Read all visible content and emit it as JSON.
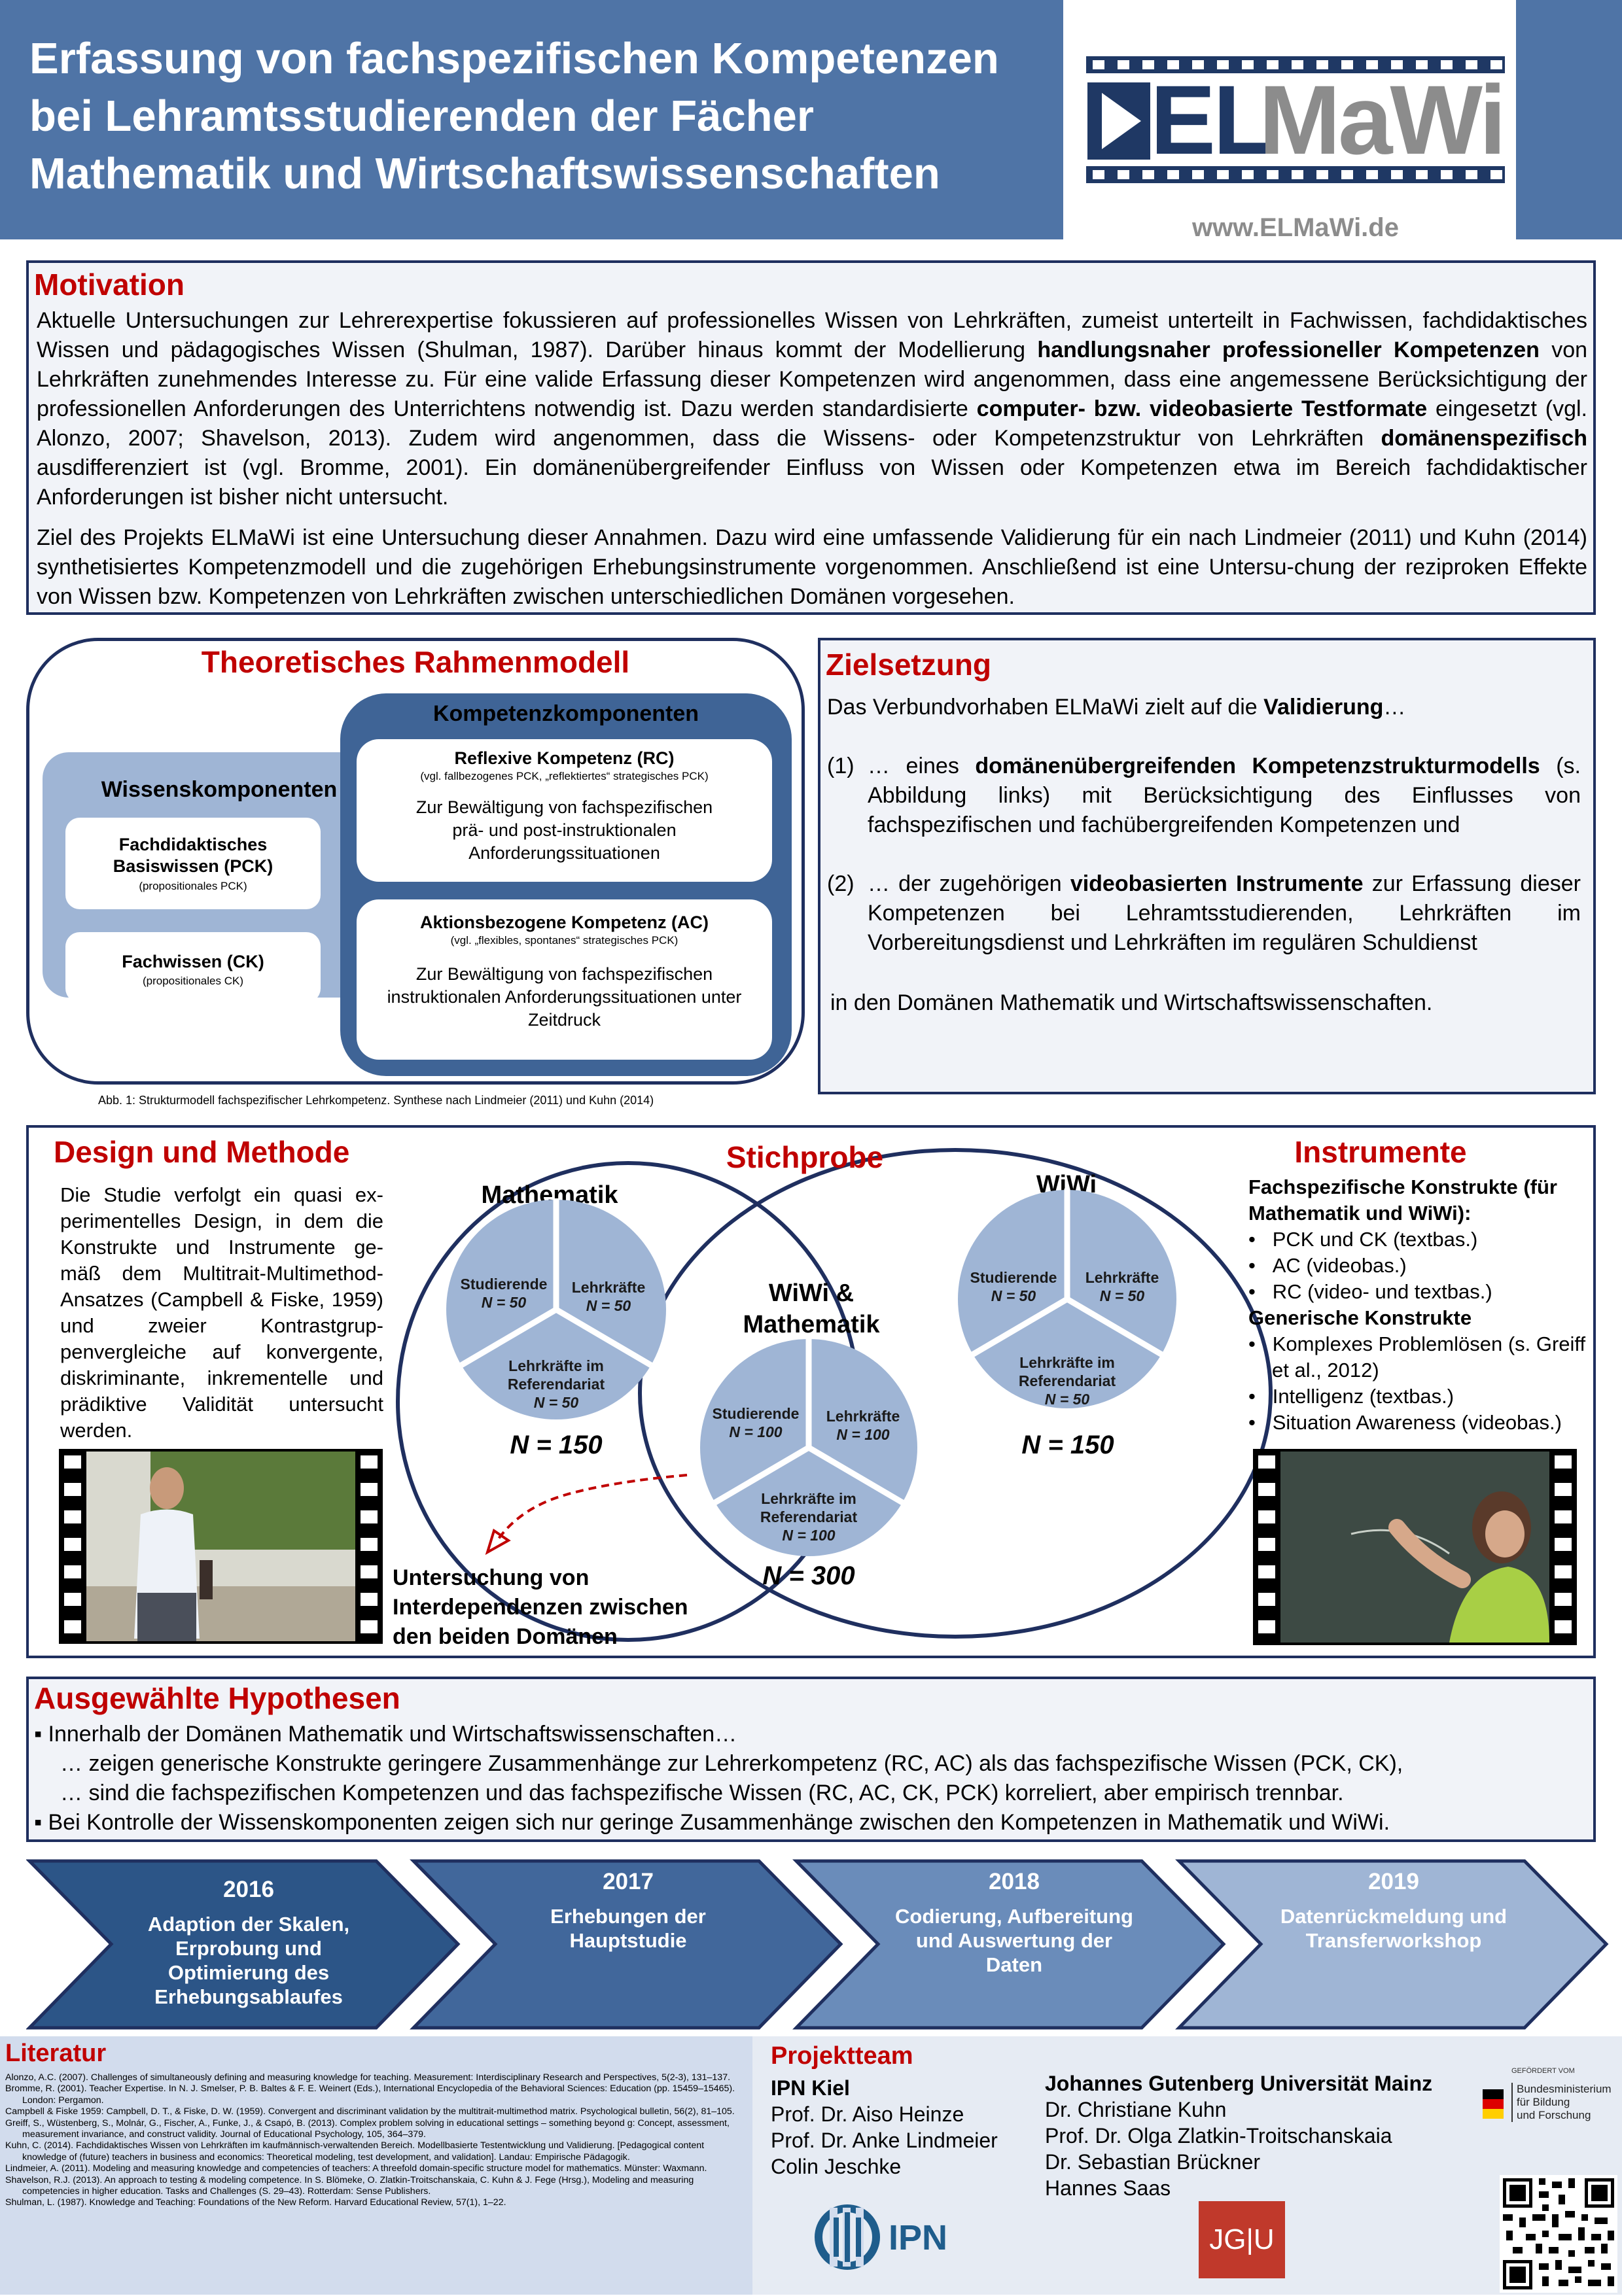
{
  "header": {
    "title_lines": [
      "Erfassung von fachspezifischen Kompetenzen",
      "bei Lehramtsstudierenden der Fächer",
      "Mathematik und Wirtschaftswissenschaften"
    ],
    "logo_text_a": "EL",
    "logo_text_b": "MaWi",
    "url": "www.ELMaWi.de"
  },
  "motivation": {
    "title": "Motivation",
    "p1_parts": [
      "Aktuelle Untersuchungen zur Lehrerexpertise fokussieren auf professionelles Wissen von Lehrkräften, zumeist unterteilt in Fachwissen, fachdidaktisches Wissen und pädagogisches Wissen (Shulman, 1987). Darüber hinaus kommt der Modellierung ",
      "handlungsnaher professioneller Kompetenzen",
      " von Lehrkräften zunehmendes Interesse zu. Für eine valide Erfassung dieser Kompetenzen wird angenommen, dass eine angemessene Berücksichtigung der professionellen Anforderungen des Unterrichtens notwendig ist. Dazu werden standardisierte ",
      "computer- bzw. videobasierte Testformate",
      " eingesetzt (vgl. Alonzo, 2007; Shavelson, 2013). Zudem wird angenommen, dass die Wissens- oder Kompetenzstruktur von Lehrkräften ",
      "domänenspezifisch",
      " ausdifferenziert ist (vgl. Bromme, 2001). Ein domänenübergreifender Einfluss von Wissen oder Kompetenzen etwa im Bereich fachdidaktischer Anforderungen ist bisher nicht untersucht."
    ],
    "p2": "Ziel des Projekts ELMaWi ist eine Untersuchung dieser Annahmen. Dazu wird eine umfassende Validierung für ein nach Lindmeier (2011) und Kuhn (2014) synthetisiertes Kompetenzmodell und die zugehörigen Erhebungsinstrumente vorgenommen. Anschließend ist eine Untersu-chung der reziproken Effekte von Wissen bzw. Kompetenzen von Lehrkräften zwischen unterschiedlichen Domänen vorgesehen."
  },
  "framework": {
    "title": "Theoretisches Rahmenmodell",
    "knowledge_title": "Wissenskomponenten",
    "pck_title": "Fachdidaktisches Basiswissen (PCK)",
    "pck_sub": "(propositionales PCK)",
    "ck_title": "Fachwissen (CK)",
    "ck_sub": "(propositionales CK)",
    "competence_title": "Kompetenzkomponenten",
    "rc_title": "Reflexive Kompetenz (RC)",
    "rc_sub": "(vgl. fallbezogenes PCK, „reflektiertes“ strategisches PCK)",
    "rc_text": "Zur Bewältigung von fachspezifischen prä- und post-instruktionalen Anforderungssituationen",
    "ac_title": "Aktionsbezogene Kompetenz (AC)",
    "ac_sub": "(vgl. „flexibles, spontanes“ strategisches PCK)",
    "ac_text": "Zur Bewältigung von fachspezifischen instruktionalen Anforderungssituationen unter Zeitdruck",
    "caption": "Abb. 1: Strukturmodell fachspezifischer Lehrkompetenz. Synthese nach Lindmeier (2011) und Kuhn (2014)"
  },
  "goal": {
    "title": "Zielsetzung",
    "intro_a": "Das Verbundvorhaben ELMaWi zielt auf die ",
    "intro_b": "Validierung",
    "intro_c": "…",
    "item1_num": "(1)",
    "item1_a": "… eines ",
    "item1_b": "domänenübergreifenden Kompetenzstrukturmodells",
    "item1_c": " (s. Abbildung links) mit Berücksichtigung des Einflusses von fachspezifischen und fachübergreifenden Kompetenzen und",
    "item2_num": "(2)",
    "item2_a": "… der zugehörigen ",
    "item2_b": "videobasierten Instrumente",
    "item2_c": " zur Erfassung dieser Kompetenzen bei Lehramtsstudierenden, Lehrkräften im Vorbereitungsdienst und Lehrkräften im regulären Schuldienst",
    "outro": "in den Domänen Mathematik und Wirtschaftswissenschaften."
  },
  "design": {
    "title": "Design und Methode",
    "text": "Die Studie verfolgt ein quasi ex-perimentelles Design, in dem die Konstrukte und Instrumente ge-mäß dem Multitrait-Multimethod-Ansatzes (Campbell & Fiske, 1959) und zweier Kontrastgrup-penvergleiche auf konvergente, diskriminante, inkrementelle und prädiktive Validität untersucht werden."
  },
  "sample": {
    "title": "Stichprobe",
    "math": {
      "label": "Mathematik",
      "students": "Studierende",
      "students_n": "N = 50",
      "teachers": "Lehrkräfte",
      "teachers_n": "N = 50",
      "trainees": "Lehrkräfte im Referendariat",
      "trainees_n": "N = 50",
      "total": "N = 150"
    },
    "wiwi": {
      "label": "WiWi",
      "students": "Studierende",
      "students_n": "N = 50",
      "teachers": "Lehrkräfte",
      "teachers_n": "N = 50",
      "trainees": "Lehrkräfte im Referendariat",
      "trainees_n": "N = 50",
      "total": "N = 150"
    },
    "both": {
      "label": "WiWi & Mathematik",
      "students": "Studierende",
      "students_n": "N = 100",
      "teachers": "Lehrkräfte",
      "teachers_n": "N = 100",
      "trainees": "Lehrkräfte im Referendariat",
      "trainees_n": "N = 100",
      "total": "N = 300"
    },
    "interdependence": "Untersuchung von Interdependenzen zwischen den beiden Domänen"
  },
  "instruments": {
    "title": "Instrumente",
    "specific_title": "Fachspezifische Konstrukte (für Mathematik und WiWi):",
    "specific_items": [
      "PCK und CK (textbas.)",
      "AC (videobas.)",
      "RC (video- und textbas.)"
    ],
    "generic_title": "Generische Konstrukte",
    "generic_items": [
      "Komplexes Problemlösen (s. Greiff et al., 2012)",
      "Intelligenz (textbas.)",
      "Situation Awareness (videobas.)"
    ]
  },
  "hypotheses": {
    "title": "Ausgewählte Hypothesen",
    "lines": [
      "Innerhalb der Domänen Mathematik und Wirtschaftswissenschaften…",
      "… zeigen generische Konstrukte geringere Zusammenhänge zur Lehrerkompetenz (RC, AC) als das fachspezifische Wissen (PCK, CK),",
      "… sind die fachspezifischen Kompetenzen und das fachspezifische Wissen (RC, AC, CK, PCK) korreliert, aber empirisch trennbar.",
      "Bei Kontrolle der Wissenskomponenten zeigen sich nur geringe Zusammenhänge zwischen den Kompetenzen in Mathematik und WiWi."
    ]
  },
  "timeline": [
    {
      "year": "2016",
      "text": "Adaption der Skalen, Erprobung und Optimierung des Erhebungsablaufes",
      "color": "#2c5587"
    },
    {
      "year": "2017",
      "text": "Erhebungen der Hauptstudie",
      "color": "#41679b"
    },
    {
      "year": "2018",
      "text": "Codierung, Aufbereitung und Auswertung der Daten",
      "color": "#6a8cba"
    },
    {
      "year": "2019",
      "text": "Datenrückmeldung und Transferworkshop",
      "color": "#9fb5d5"
    }
  ],
  "literature": {
    "title": "Literatur",
    "items": [
      "Alonzo, A.C. (2007). Challenges of simultaneously defining and measuring knowledge for teaching. Measurement: Interdisciplinary Research and Perspectives, 5(2-3), 131–137.",
      "Bromme, R. (2001). Teacher Expertise. In N. J. Smelser, P. B. Baltes & F. E. Weinert (Eds.), International Encyclopedia of the Behavioral Sciences: Education (pp. 15459–15465). London: Pergamon.",
      "Campbell & Fiske 1959: Campbell, D. T., & Fiske, D. W. (1959). Convergent and discriminant validation by the multitrait-multimethod matrix. Psychological bulletin, 56(2), 81–105.",
      "Greiff, S., Wüstenberg, S., Molnár, G., Fischer, A., Funke, J., & Csapó, B. (2013). Complex problem solving in educational settings – something beyond g: Concept, assessment, measurement invariance, and construct validity. Journal of Educational Psychology, 105, 364–379.",
      "Kuhn, C. (2014). Fachdidaktisches Wissen von Lehrkräften im kaufmännisch-verwaltenden Bereich. Modellbasierte Testentwicklung und Validierung. [Pedagogical content knowledge of (future) teachers in business and economics: Theoretical modeling, test development, and validation]. Landau: Empirische Pädagogik.",
      "Lindmeier, A. (2011). Modeling and measuring knowledge and competencies of teachers: A threefold domain-specific structure model for mathematics. Münster: Waxmann.",
      "Shavelson, R.J. (2013). An approach to testing & modeling competence. In S. Blömeke, O. Zlatkin-Troitschanskaia, C. Kuhn & J. Fege (Hrsg.), Modeling and measuring competencies in higher education. Tasks and Challenges (S. 29–43). Rotterdam: Sense Publishers.",
      "Shulman, L. (1987). Knowledge and Teaching: Foundations of the New Reform. Harvard Educational Review, 57(1), 1–22."
    ]
  },
  "team": {
    "title": "Projektteam",
    "kiel_title": "IPN Kiel",
    "kiel_members": [
      "Prof. Dr. Aiso Heinze",
      "Prof. Dr. Anke Lindmeier",
      "Colin Jeschke"
    ],
    "mainz_title": "Johannes Gutenberg Universität Mainz",
    "mainz_members": [
      "Dr. Christiane Kuhn",
      "Prof. Dr. Olga Zlatkin-Troitschanskaia",
      "Dr. Sebastian Brückner",
      "Hannes Saas"
    ],
    "ipn_logo": "IPN",
    "jgu_logo": "JG|U",
    "funder_small": "GEFÖRDERT VOM",
    "funder_lines": [
      "Bundesministerium",
      "für Bildung",
      "und Forschung"
    ]
  }
}
